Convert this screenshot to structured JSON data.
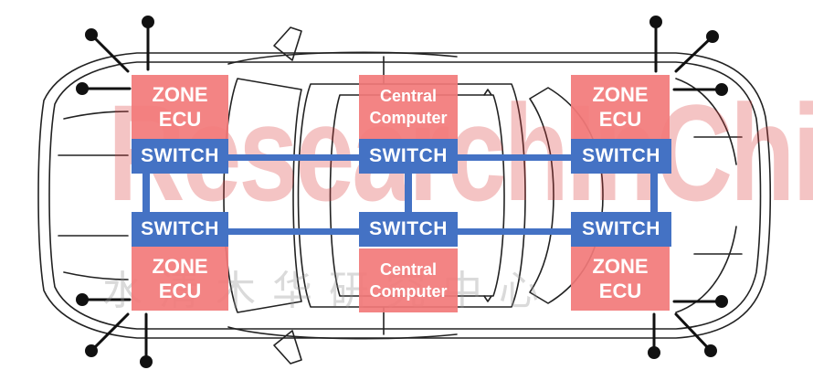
{
  "watermark": {
    "text_en": "ResearchInChina",
    "text_cn": "水清木华研究中心"
  },
  "nodes": {
    "zone_front_left": "ZONE\nECU",
    "zone_front_right": "ZONE\nECU",
    "zone_rear_left": "ZONE\nECU",
    "zone_rear_right": "ZONE\nECU",
    "central_top": "Central\nComputer",
    "central_bottom": "Central\nComputer",
    "switch_label": "SWITCH"
  },
  "colors": {
    "zone_fill": "#f27a7a",
    "switch_fill": "#4472c4",
    "link": "#4472c4",
    "watermark": "#dc3c3c"
  }
}
